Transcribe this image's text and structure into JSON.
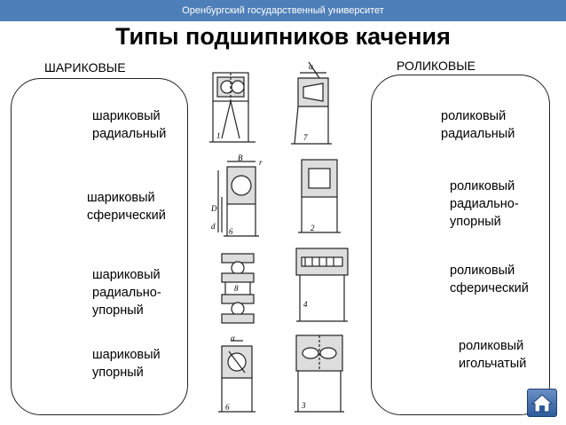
{
  "header": {
    "university": "Оренбургский государственный университет"
  },
  "title": "Типы подшипников качения",
  "left": {
    "heading": "ШАРИКОВЫЕ",
    "items": [
      {
        "label": "шариковый\nрадиальный"
      },
      {
        "label": "шариковый\nсферический"
      },
      {
        "label": "шариковый\nрадиально-\nупорный"
      },
      {
        "label": "шариковый\nупорный"
      }
    ]
  },
  "right": {
    "heading": "РОЛИКОВЫЕ",
    "items": [
      {
        "label": "роликовый\nрадиальный"
      },
      {
        "label": "роликовый\nрадиально-\nупорный"
      },
      {
        "label": "роликовый\nсферический"
      },
      {
        "label": "роликовый\nигольчатый"
      }
    ]
  },
  "drawings": {
    "ball_spherical": {
      "label": "1"
    },
    "ball_radial": {
      "dim_B": "B",
      "dim_r": "r",
      "dim_D": "D",
      "dim_d": "d",
      "label": "6"
    },
    "ball_thrust": {
      "label": "8"
    },
    "ball_angular": {
      "dim_alpha": "α",
      "label": "6"
    },
    "roller_tapered": {
      "dim_alpha": "α",
      "label": "7"
    },
    "roller_radial": {
      "label": "2"
    },
    "roller_needle": {
      "label": "4"
    },
    "roller_spherical": {
      "label": "3"
    }
  },
  "nav": {
    "home_icon": "home-icon"
  }
}
